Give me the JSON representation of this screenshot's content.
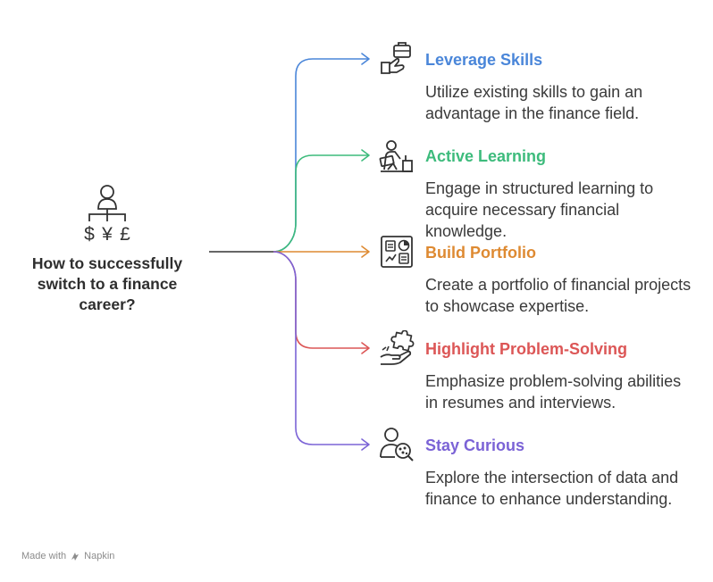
{
  "root": {
    "title": "How to successfully switch to a finance career?",
    "icon": "person-currency-icon",
    "currency_symbols": [
      "$",
      "¥",
      "£"
    ]
  },
  "branches": [
    {
      "title": "Leverage Skills",
      "description": "Utilize existing skills to gain an advantage in the finance field.",
      "color": "#4a86d9",
      "icon": "hand-briefcase-icon"
    },
    {
      "title": "Active Learning",
      "description": "Engage in structured learning to acquire necessary financial knowledge.",
      "color": "#3dbb7c",
      "icon": "person-studying-icon"
    },
    {
      "title": "Build Portfolio",
      "description": "Create a portfolio of financial projects to showcase expertise.",
      "color": "#de8a32",
      "icon": "portfolio-board-icon"
    },
    {
      "title": "Highlight Problem-Solving",
      "description": "Emphasize problem-solving abilities in resumes and interviews.",
      "color": "#dc5656",
      "icon": "hand-puzzle-icon"
    },
    {
      "title": "Stay Curious",
      "description": "Explore the intersection of data and finance to enhance understanding.",
      "color": "#7b63d6",
      "icon": "person-magnifier-icon"
    }
  ],
  "footer": {
    "made_with": "Made with",
    "brand": "Napkin"
  }
}
